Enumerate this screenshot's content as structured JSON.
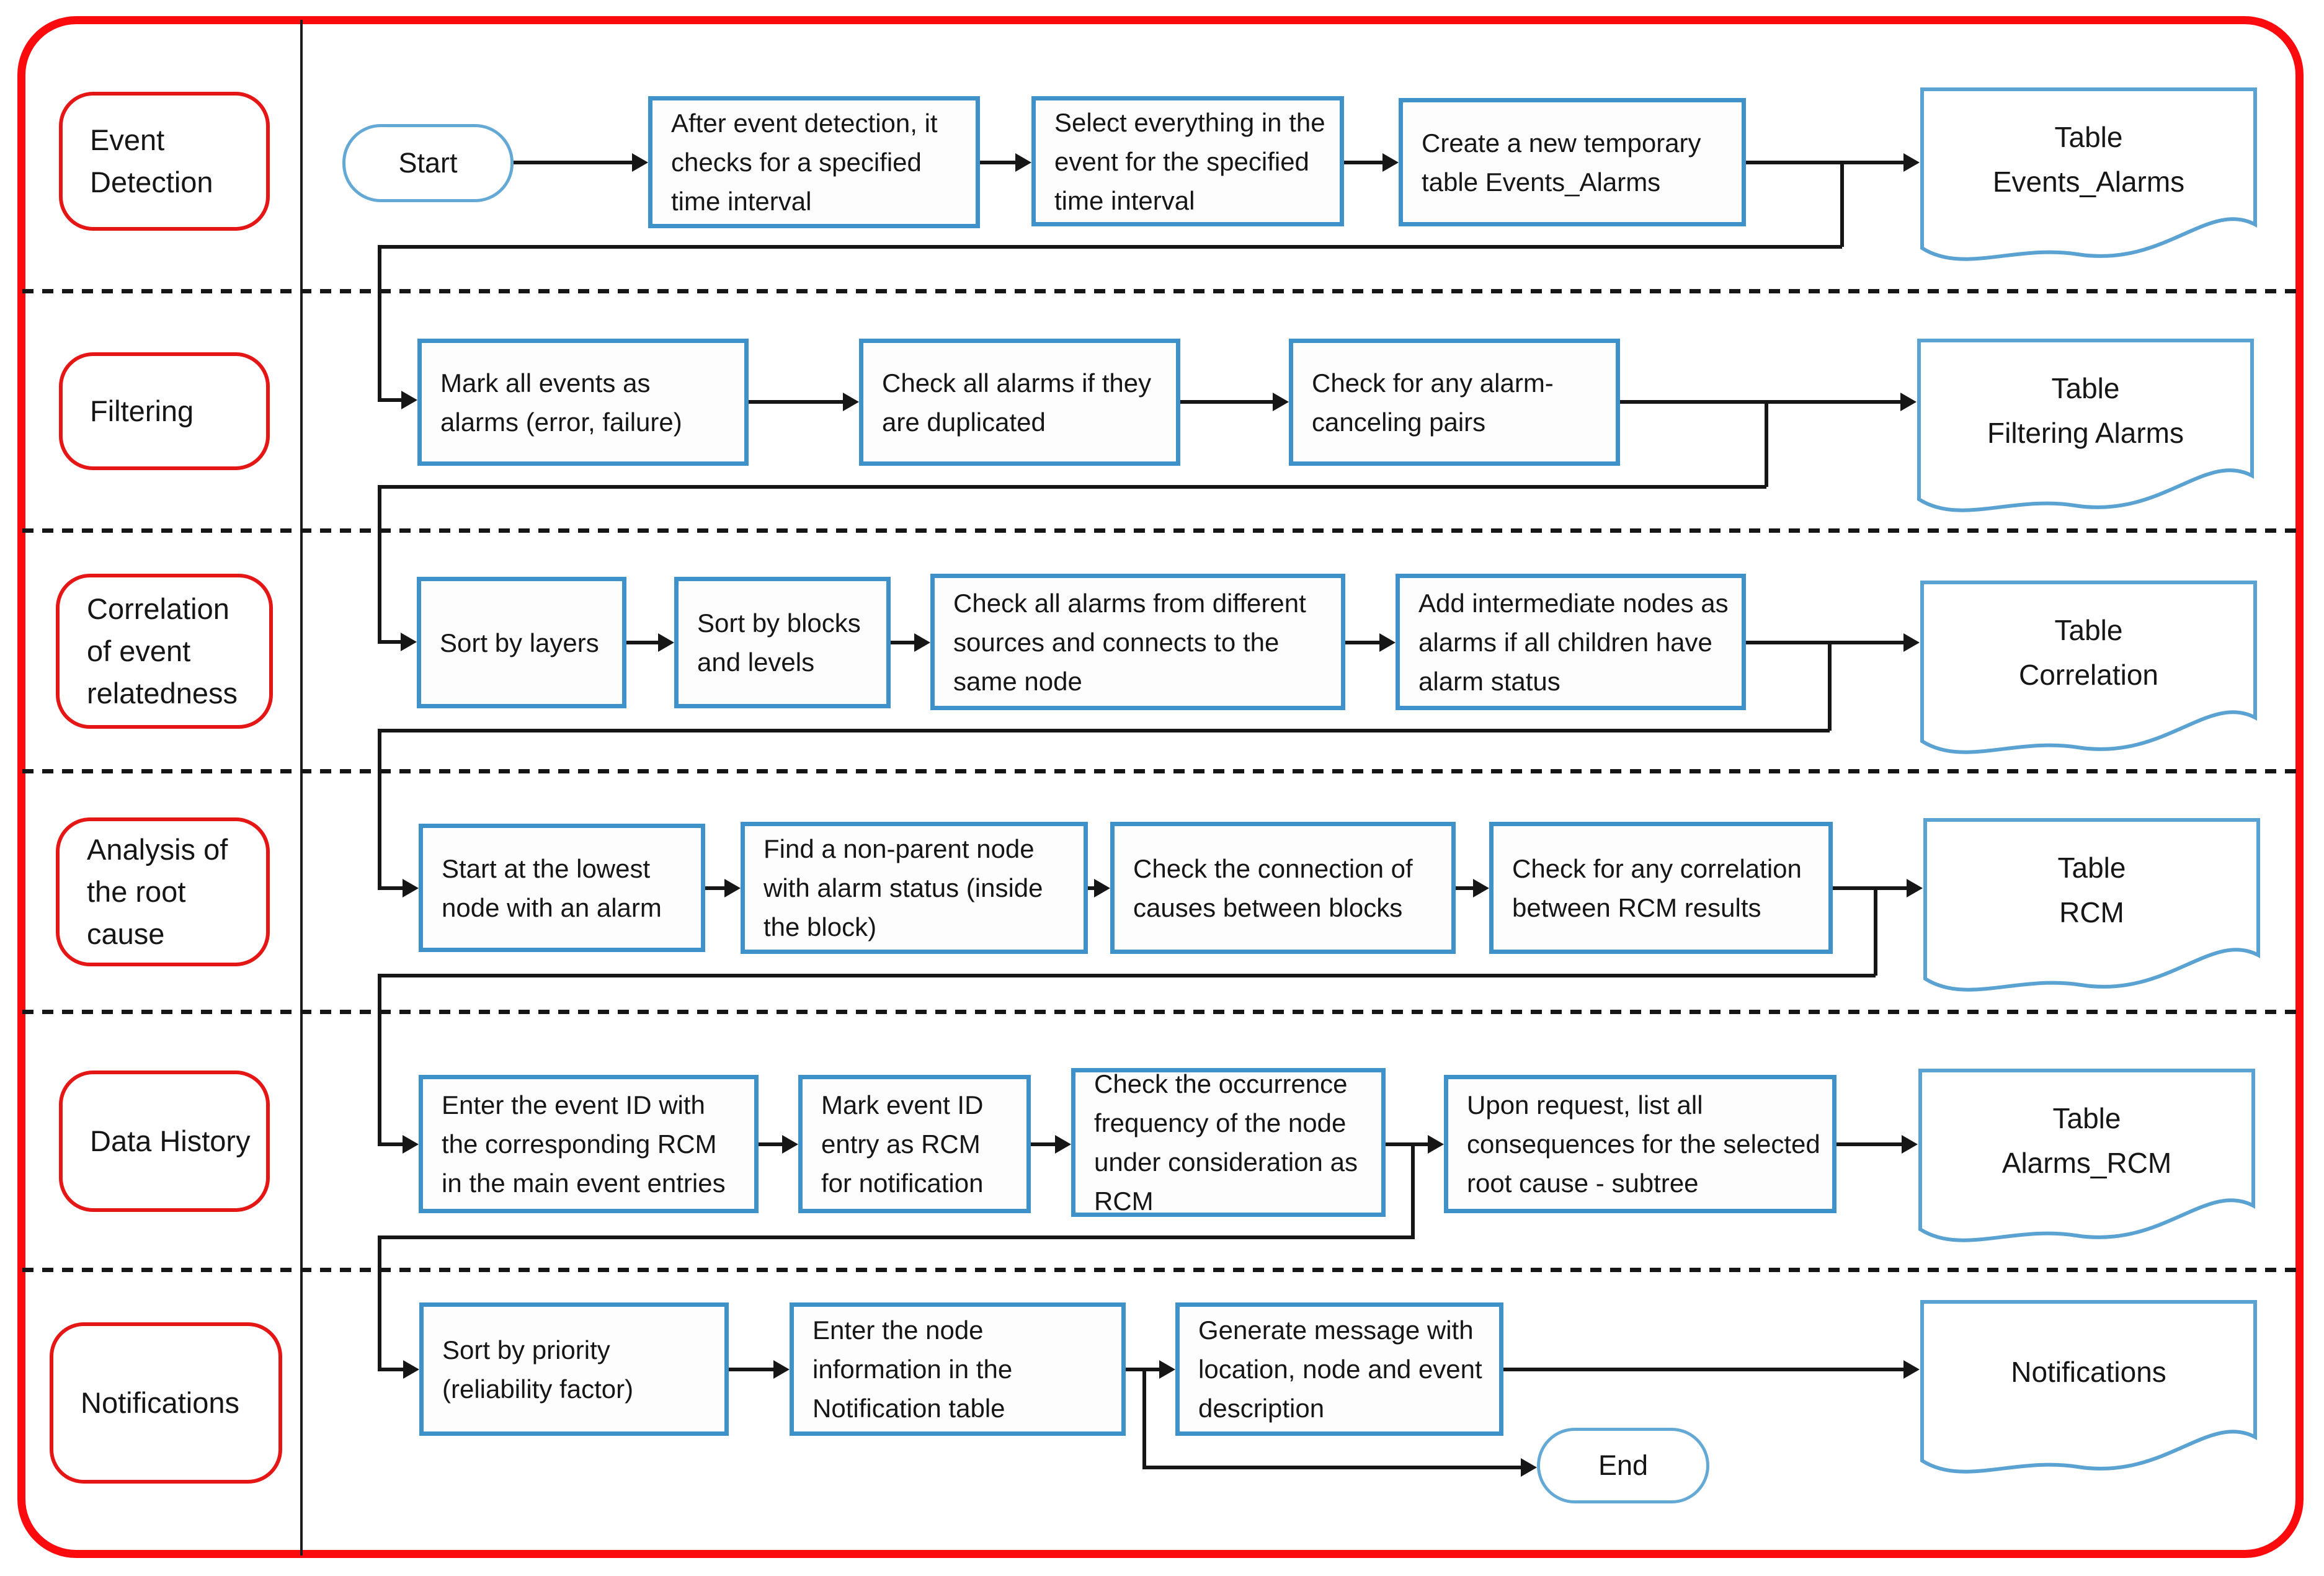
{
  "colors": {
    "outer_border_red": "#fb0a0e",
    "lane_label_red": "#e51616",
    "process_box_blue": "#3e92c9",
    "document_blue": "#5aa2d2",
    "terminator_blue": "#64a9d6",
    "connector_black": "#161616"
  },
  "terminators": {
    "start": "Start",
    "end": "End"
  },
  "lanes": [
    {
      "label": "Event Detection",
      "boxes": [
        "After event detection, it checks for a specified time interval",
        "Select everything in the event for the specified time interval",
        "Create a new temporary table Events_Alarms"
      ],
      "output": [
        "Table",
        "Events_Alarms"
      ]
    },
    {
      "label": "Filtering",
      "boxes": [
        "Mark all events as alarms (error, failure)",
        "Check all alarms if they are duplicated",
        "Check for any alarm-canceling pairs"
      ],
      "output": [
        "Table",
        "Filtering Alarms"
      ]
    },
    {
      "label": "Correlation of event relatedness",
      "boxes": [
        "Sort by layers",
        "Sort by blocks and levels",
        "Check all alarms from different sources and connects to the same node",
        "Add intermediate nodes as alarms if all children have alarm status"
      ],
      "output": [
        "Table",
        "Correlation"
      ]
    },
    {
      "label": "Analysis of the root cause",
      "boxes": [
        "Start at the lowest node with an alarm",
        "Find a non-parent node with alarm status (inside the block)",
        "Check the connection of causes between blocks",
        "Check for any correlation between RCM results"
      ],
      "output": [
        "Table",
        "RCM"
      ]
    },
    {
      "label": "Data History",
      "boxes": [
        "Enter the event ID with the corresponding RCM in the main event entries",
        "Mark event ID entry as RCM for notification",
        "Check the occurrence frequency of the node under consideration as RCM",
        "Upon request, list all consequences for the selected root cause - subtree"
      ],
      "output": [
        "Table",
        "Alarms_RCM"
      ]
    },
    {
      "label": "Notifications",
      "boxes": [
        "Sort by priority (reliability factor)",
        "Enter the node information in the Notification table",
        "Generate message with location, node and event description"
      ],
      "output": [
        "Notifications"
      ]
    }
  ]
}
